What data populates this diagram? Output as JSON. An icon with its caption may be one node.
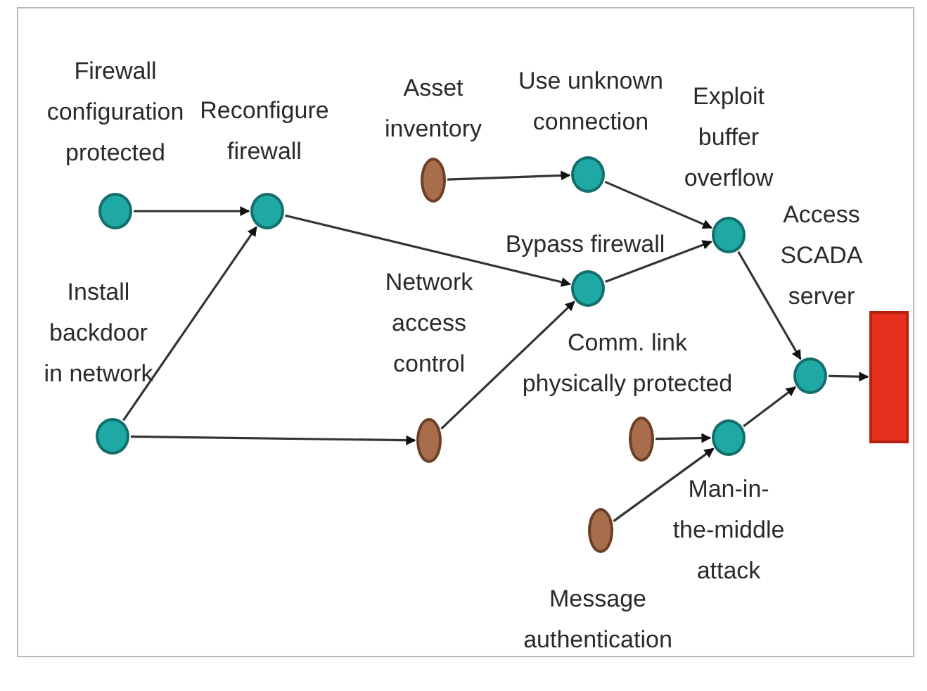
{
  "diagram": {
    "nodes": [
      {
        "text": [
          "Firewall configuration protected"
        ]
      },
      {
        "text": [
          "Reconfigure firewall"
        ]
      },
      {
        "text": [
          "Install backdoor in network"
        ]
      },
      {
        "text": [
          "Asset inventory"
        ]
      },
      {
        "text": [
          "Use unknown connection"
        ]
      },
      {
        "text": [
          "Network access control"
        ]
      },
      {
        "text": [
          "Bypass firewall"
        ]
      },
      {
        "text": [
          "Exploit buffer overflow"
        ]
      },
      {
        "text": [
          "Access SCADA server"
        ]
      },
      {
        "text": [
          "Comm. link physically protected"
        ]
      },
      {
        "text": [
          "Man-in-the-middle attack"
        ]
      },
      {
        "text": [
          "Message authentication"
        ]
      },
      {
        "text": [],
        "shape": "box"
      }
    ],
    "edges": [
      {
        "from": 0,
        "to": 1,
        "arrow": "to"
      },
      {
        "from": 2,
        "to": 1,
        "arrow": "to"
      },
      {
        "from": 2,
        "to": 5,
        "arrow": "to"
      },
      {
        "from": 1,
        "to": 6,
        "arrow": "to"
      },
      {
        "from": 5,
        "to": 6,
        "arrow": "to"
      },
      {
        "from": 3,
        "to": 4,
        "arrow": "to"
      },
      {
        "from": 4,
        "to": 7,
        "arrow": "to"
      },
      {
        "from": 6,
        "to": 7,
        "arrow": "to"
      },
      {
        "from": 7,
        "to": 8,
        "arrow": "to"
      },
      {
        "from": 9,
        "to": 10,
        "arrow": "to"
      },
      {
        "from": 11,
        "to": 10,
        "arrow": "to"
      },
      {
        "from": 10,
        "to": 8,
        "arrow": "to"
      },
      {
        "from": 8,
        "to": 12,
        "arrow": "to"
      }
    ]
  }
}
